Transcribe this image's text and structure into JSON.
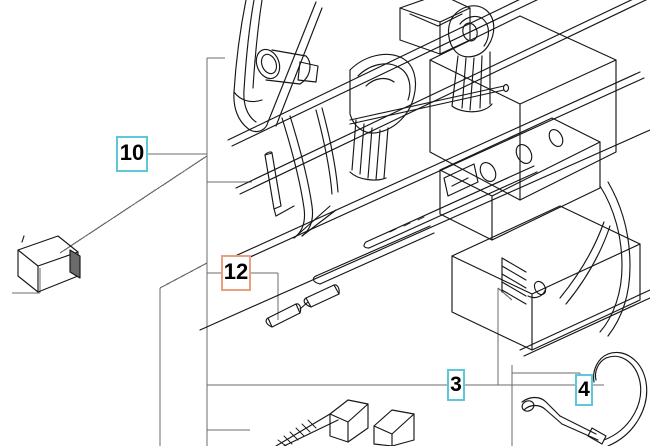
{
  "diagram": {
    "type": "exploded-parts-diagram",
    "title": "",
    "background_color": "#ffffff",
    "line_color": "#1a1a1a",
    "leader_line_color": "#6b6b6b",
    "callout_border_cyan": "#5ec8d8",
    "callout_border_orange": "#e8a080",
    "callouts": [
      {
        "id": "10",
        "label": "10",
        "accent": "#5ec8d8",
        "highlight": "cyan",
        "points_to": "small rectangular block at far left"
      },
      {
        "id": "12",
        "label": "12",
        "accent": "#e8a080",
        "highlight": "orange",
        "points_to": "rod with sleeve in center of view"
      },
      {
        "id": "3",
        "label": "3",
        "accent": "#5ec8d8",
        "highlight": "cyan",
        "points_to": "bolt assembly at lower center"
      },
      {
        "id": "4",
        "label": "4",
        "accent": "#5ec8d8",
        "highlight": "cyan",
        "points_to": "cable loop and lever at lower right"
      }
    ],
    "parts": [
      {
        "name": "block-part-left",
        "callout": "10"
      },
      {
        "name": "thin-pin",
        "callout": "10"
      },
      {
        "name": "rod-with-sleeve",
        "callout": "12"
      },
      {
        "name": "hex-bolt",
        "callout": "3"
      },
      {
        "name": "cable-loop-lever",
        "callout": "4"
      },
      {
        "name": "main-housing-assembly",
        "callout": ""
      }
    ]
  }
}
